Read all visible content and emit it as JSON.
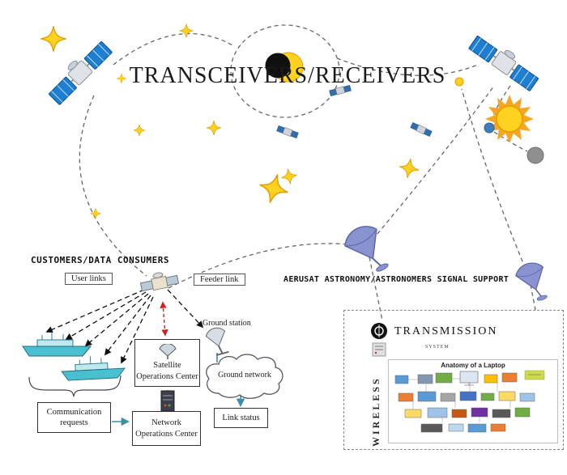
{
  "title": "TRANSCEIVERS/RECEIVERS",
  "colors": {
    "satellite_blue": "#1e7ed0",
    "dish_purple": "#8a93cf",
    "ship_teal": "#49c0d0",
    "sun_yellow": "#ffd21f",
    "arrow_teal": "#3a8fa3",
    "dashed_gray": "#666666",
    "red_link": "#cc2222"
  },
  "left_section": {
    "customers_label": "CUSTOMERS/DATA CONSUMERS",
    "user_links_label": "User links",
    "feeder_link_label": "Feeder link",
    "ground_station_label": "Ground station"
  },
  "right_section": {
    "aerusat_label": "AERUSAT ASTRONOMY/ASTRONOMERS SIGNAL SUPPORT"
  },
  "flow_boxes": {
    "satellite_ops": "Satellite Operations Center",
    "ground_network": "Ground network",
    "communication_requests": "Communication requests",
    "network_ops": "Network Operations Center",
    "link_status": "Link status"
  },
  "transmission_panel": {
    "title": "TRANSMISSION",
    "subtitle": "SYSTEM",
    "wireless_label": "WIRELESS",
    "anatomy_title": "Anatomy of a Laptop"
  },
  "icons": {
    "satellites": [
      "satellite-top-left",
      "satellite-top-right",
      "relay-satellite-hub",
      "mini-satellite-1",
      "mini-satellite-2",
      "mini-satellite-3"
    ],
    "celestial": [
      "eclipse-icon",
      "sun-icon",
      "moon-icon",
      "star-icon"
    ],
    "ground_assets": [
      "dish-antenna-large-icon",
      "dish-antenna-small-icon",
      "ground-station-dish-icon",
      "ship-icon",
      "server-tower-icon",
      "speaker-icon",
      "cloud-shape"
    ]
  }
}
